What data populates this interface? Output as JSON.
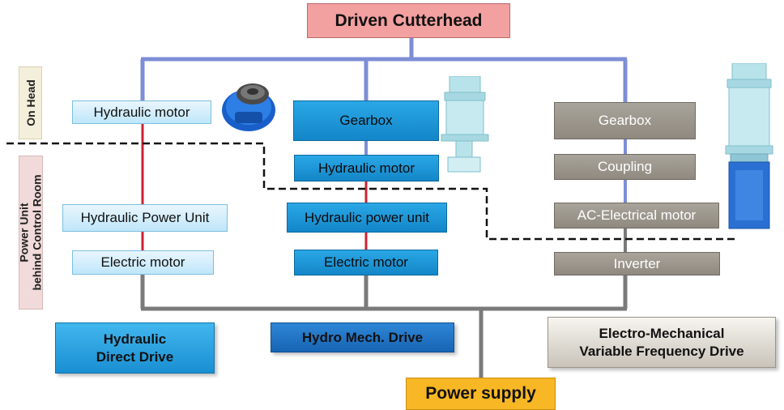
{
  "title": "Driven Cutterhead",
  "power_supply": "Power supply",
  "side_labels": {
    "on_head": "On Head",
    "power_unit_line1": "Power Unit",
    "power_unit_line2": "behind Control Room"
  },
  "hydraulic_direct": {
    "hydraulic_motor": "Hydraulic motor",
    "hydraulic_power_unit": "Hydraulic Power Unit",
    "electric_motor": "Electric motor",
    "label_line1": "Hydraulic",
    "label_line2": "Direct Drive"
  },
  "hydro_mech": {
    "gearbox": "Gearbox",
    "hydraulic_motor": "Hydraulic motor",
    "hydraulic_power_unit": "Hydraulic power unit",
    "electric_motor": "Electric motor",
    "label": "Hydro Mech. Drive"
  },
  "electro_mech": {
    "gearbox": "Gearbox",
    "coupling": "Coupling",
    "ac_motor": "AC-Electrical motor",
    "inverter": "Inverter",
    "label_line1": "Electro-Mechanical",
    "label_line2": "Variable Frequency Drive"
  },
  "colors": {
    "title_bg": "#f3a0a0",
    "power_bg": "#f8b724",
    "blue_line": "#7d8ed6",
    "red_line": "#cc2233",
    "gray_line": "#7a7a7a"
  }
}
